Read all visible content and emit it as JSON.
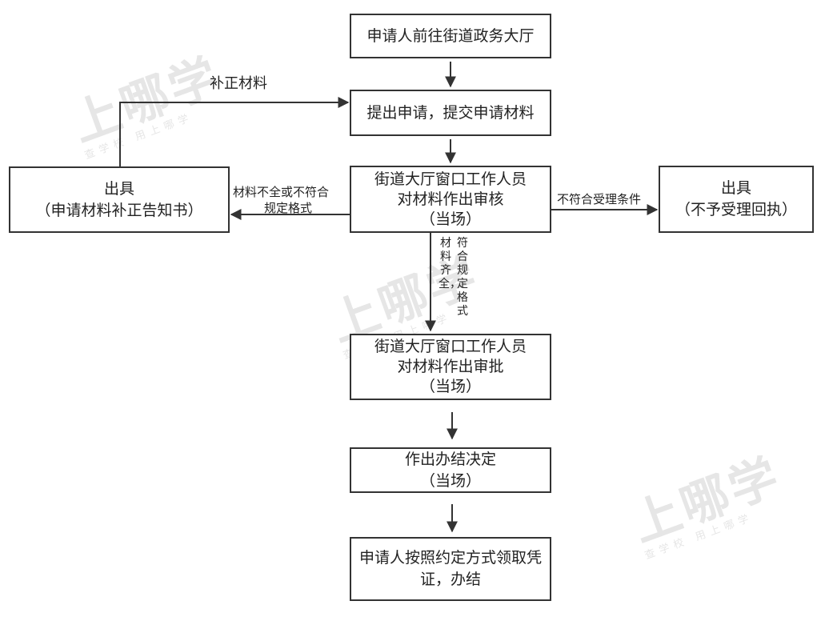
{
  "nodes": {
    "go_hall": {
      "text": "申请人前往街道政务大厅"
    },
    "submit": {
      "text": "提出申请，提交申请材料"
    },
    "review": {
      "lines": [
        "街道大厅窗口工作人员",
        "对材料作出审核",
        "（当场）"
      ]
    },
    "correction": {
      "lines": [
        "出具",
        "（申请材料补正告知书）"
      ]
    },
    "reject": {
      "lines": [
        "出具",
        "（不予受理回执）"
      ]
    },
    "approve": {
      "lines": [
        "街道大厅窗口工作人员",
        "对材料作出审批",
        "（当场）"
      ]
    },
    "decision": {
      "lines": [
        "作出办结决定",
        "（当场）"
      ]
    },
    "collect": {
      "text": "申请人按照约定方式领取凭证，办结"
    }
  },
  "edge_labels": {
    "supplement": "补正材料",
    "incomplete_line1": "材料不全或不符合",
    "incomplete_line2": "规定格式",
    "not_meet": "不符合受理条件",
    "complete_col1": "材料齐全，",
    "complete_col2": "符合规定格式"
  },
  "watermark": {
    "brand": "上哪学",
    "tagline": "查学校 用上哪学"
  }
}
